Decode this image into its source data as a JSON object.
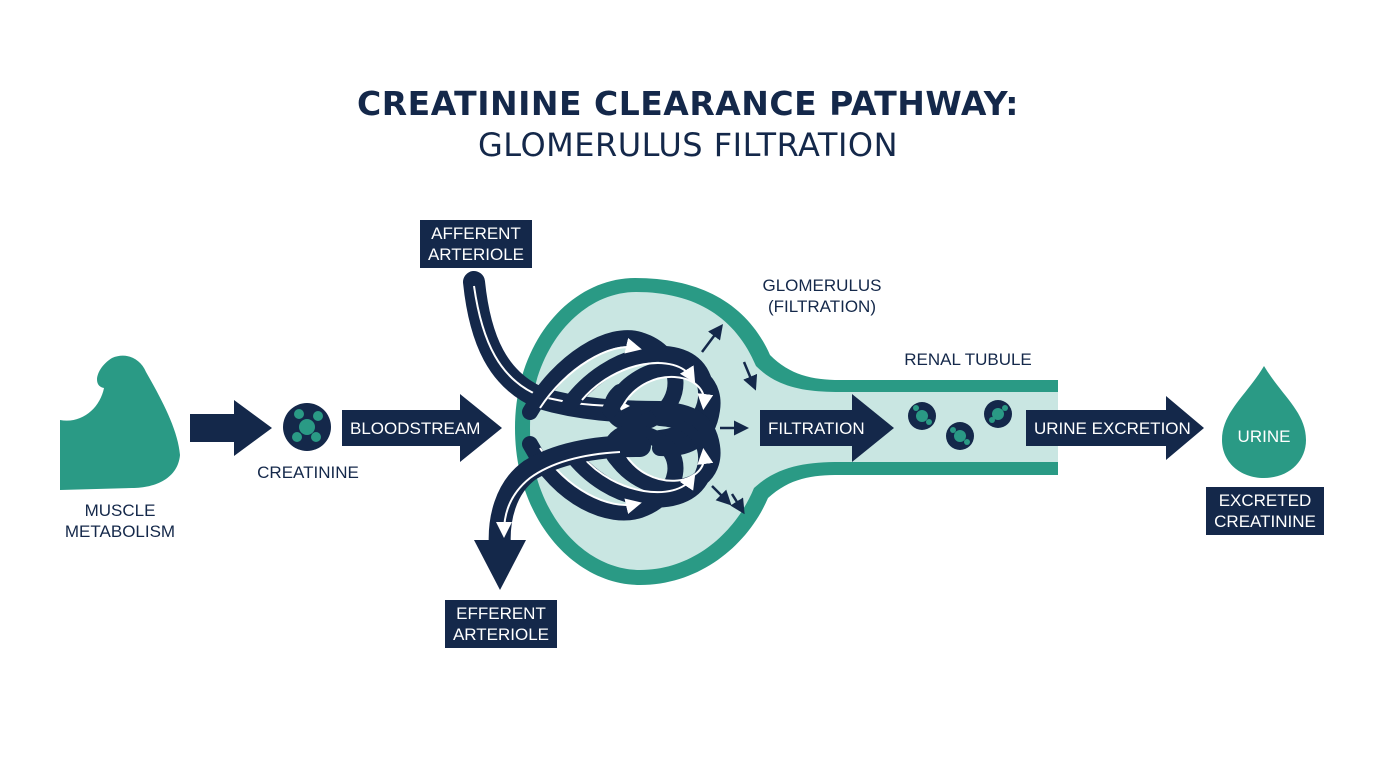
{
  "title": "CREATININE CLEARANCE PATHWAY:",
  "subtitle": "GLOMERULUS FILTRATION",
  "labels": {
    "muscle": [
      "MUSCLE",
      "METABOLISM"
    ],
    "creatinine": "CREATININE",
    "bloodstream": "BLOODSTREAM",
    "afferent": [
      "AFFERENT",
      "ARTERIOLE"
    ],
    "efferent": [
      "EFFERENT",
      "ARTERIOLE"
    ],
    "glomerulus": [
      "GLOMERULUS",
      "(FILTRATION)"
    ],
    "renal_tubule": "RENAL TUBULE",
    "filtration": "FILTRATION",
    "urine_excretion": "URINE EXCRETION",
    "urine": "URINE",
    "excreted": [
      "EXCRETED",
      "CREATININE"
    ]
  },
  "colors": {
    "navy": "#14284a",
    "teal": "#2a9a85",
    "light_teal": "#c9e6e2"
  },
  "icons": [
    "muscle-arm-icon",
    "creatinine-molecule-icon",
    "urine-drop-icon"
  ]
}
